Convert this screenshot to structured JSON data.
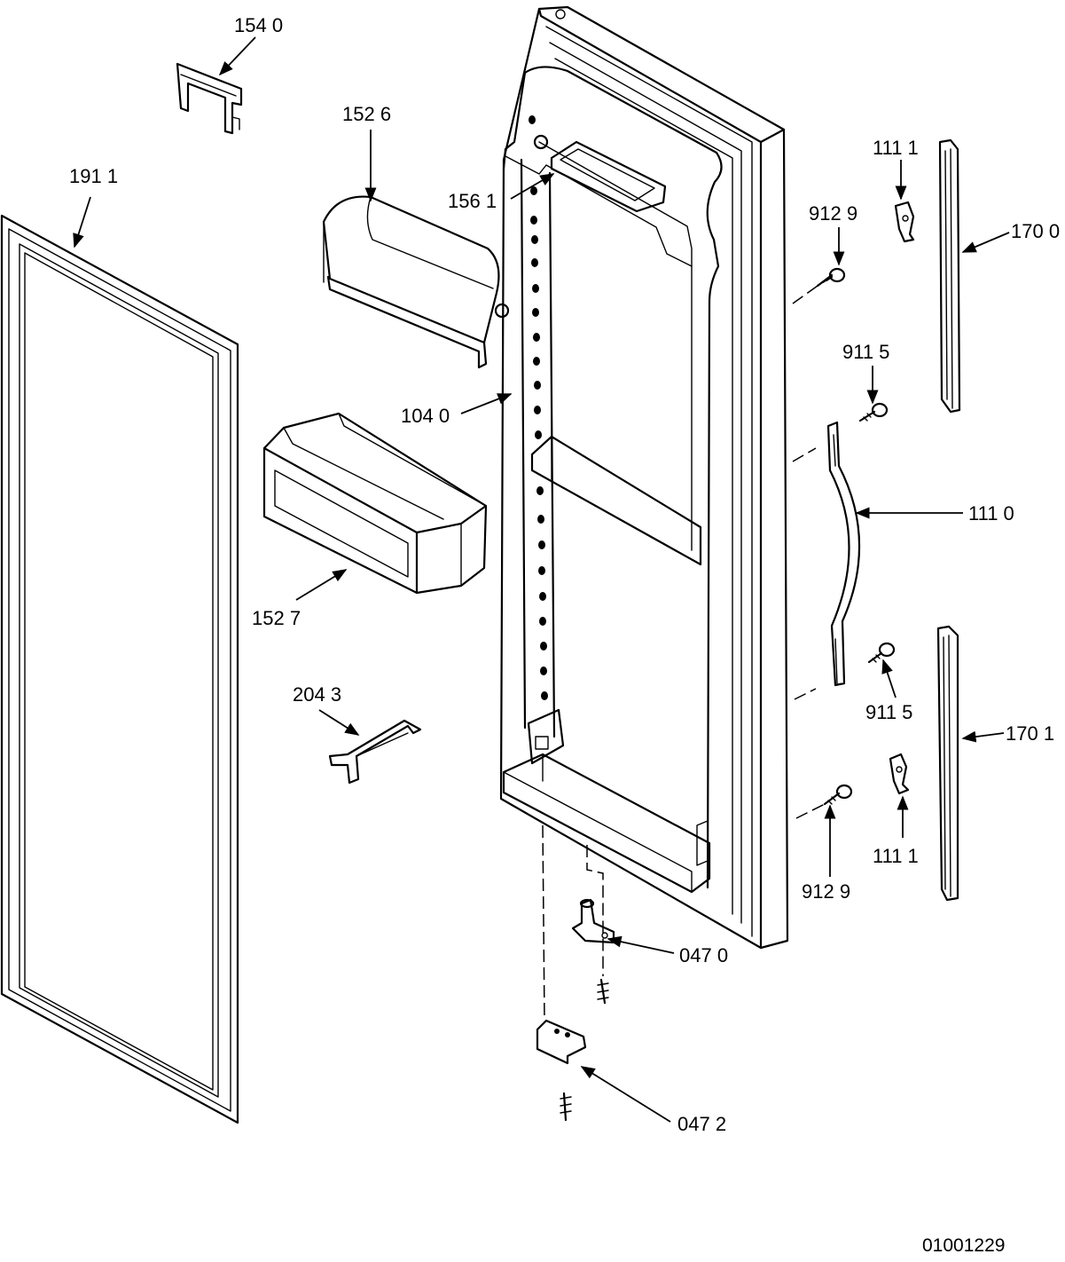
{
  "callouts": {
    "c1540": "154 0",
    "c1911": "191 1",
    "c1526": "152 6",
    "c1561": "156 1",
    "c1111_top": "111 1",
    "c9129_top": "912 9",
    "c1700": "170 0",
    "c9115_top": "911 5",
    "c1040": "104 0",
    "c1110": "111 0",
    "c1527": "152 7",
    "c2043": "204 3",
    "c9115_bottom": "911 5",
    "c1701": "170 1",
    "c1111_bottom": "111 1",
    "c9129_bottom": "912 9",
    "c0470": "047 0",
    "c0472": "047 2"
  },
  "document_number": "01001229"
}
